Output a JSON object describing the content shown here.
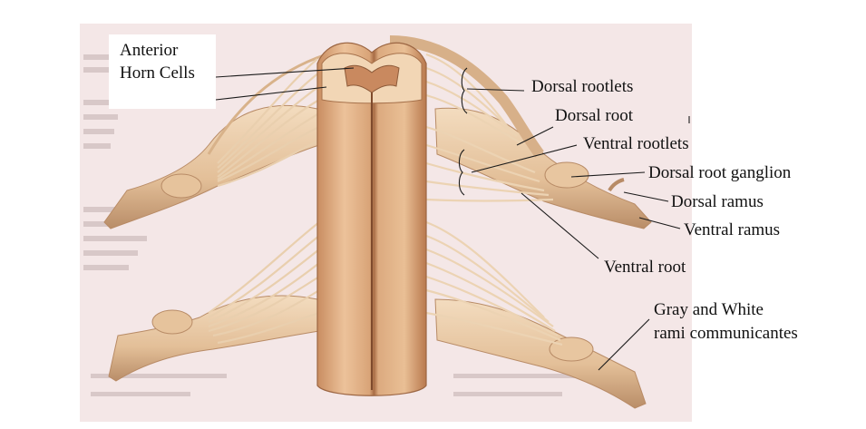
{
  "figure": {
    "colors": {
      "background": "#ffffff",
      "page_tint": "#f3e6e6",
      "cord": "#d9a478",
      "cord_light": "#f0cfa8",
      "cord_shadow": "#b57a50",
      "nerve": "#e8c7a0",
      "nerve_dark": "#b88b66",
      "leader": "#1a1a1a"
    }
  },
  "labels": {
    "anterior_horn_1": "Anterior",
    "anterior_horn_2": "Horn Cells",
    "dorsal_rootlets": "Dorsal rootlets",
    "dorsal_root": "Dorsal root",
    "ventral_rootlets": "Ventral rootlets",
    "dorsal_root_ganglion": "Dorsal root ganglion",
    "dorsal_ramus": "Dorsal ramus",
    "ventral_ramus": "Ventral ramus",
    "ventral_root": "Ventral root",
    "gray_white_1": "Gray and White",
    "gray_white_2": "rami communicantes"
  }
}
